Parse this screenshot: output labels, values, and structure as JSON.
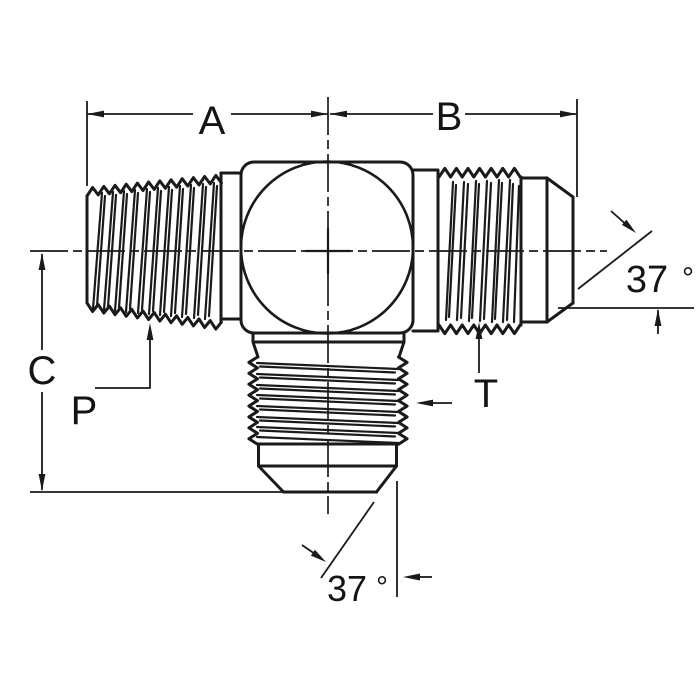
{
  "colors": {
    "ink": "#1a1a1a",
    "paper": "#ffffff"
  },
  "labels": {
    "dim_a": "A",
    "dim_b": "B",
    "dim_c": "C",
    "port_p": "P",
    "thread_t": "T"
  },
  "angles": {
    "right_flare": {
      "value": "37",
      "unit": "°"
    },
    "bottom_flare": {
      "value": "37",
      "unit": "°"
    }
  }
}
